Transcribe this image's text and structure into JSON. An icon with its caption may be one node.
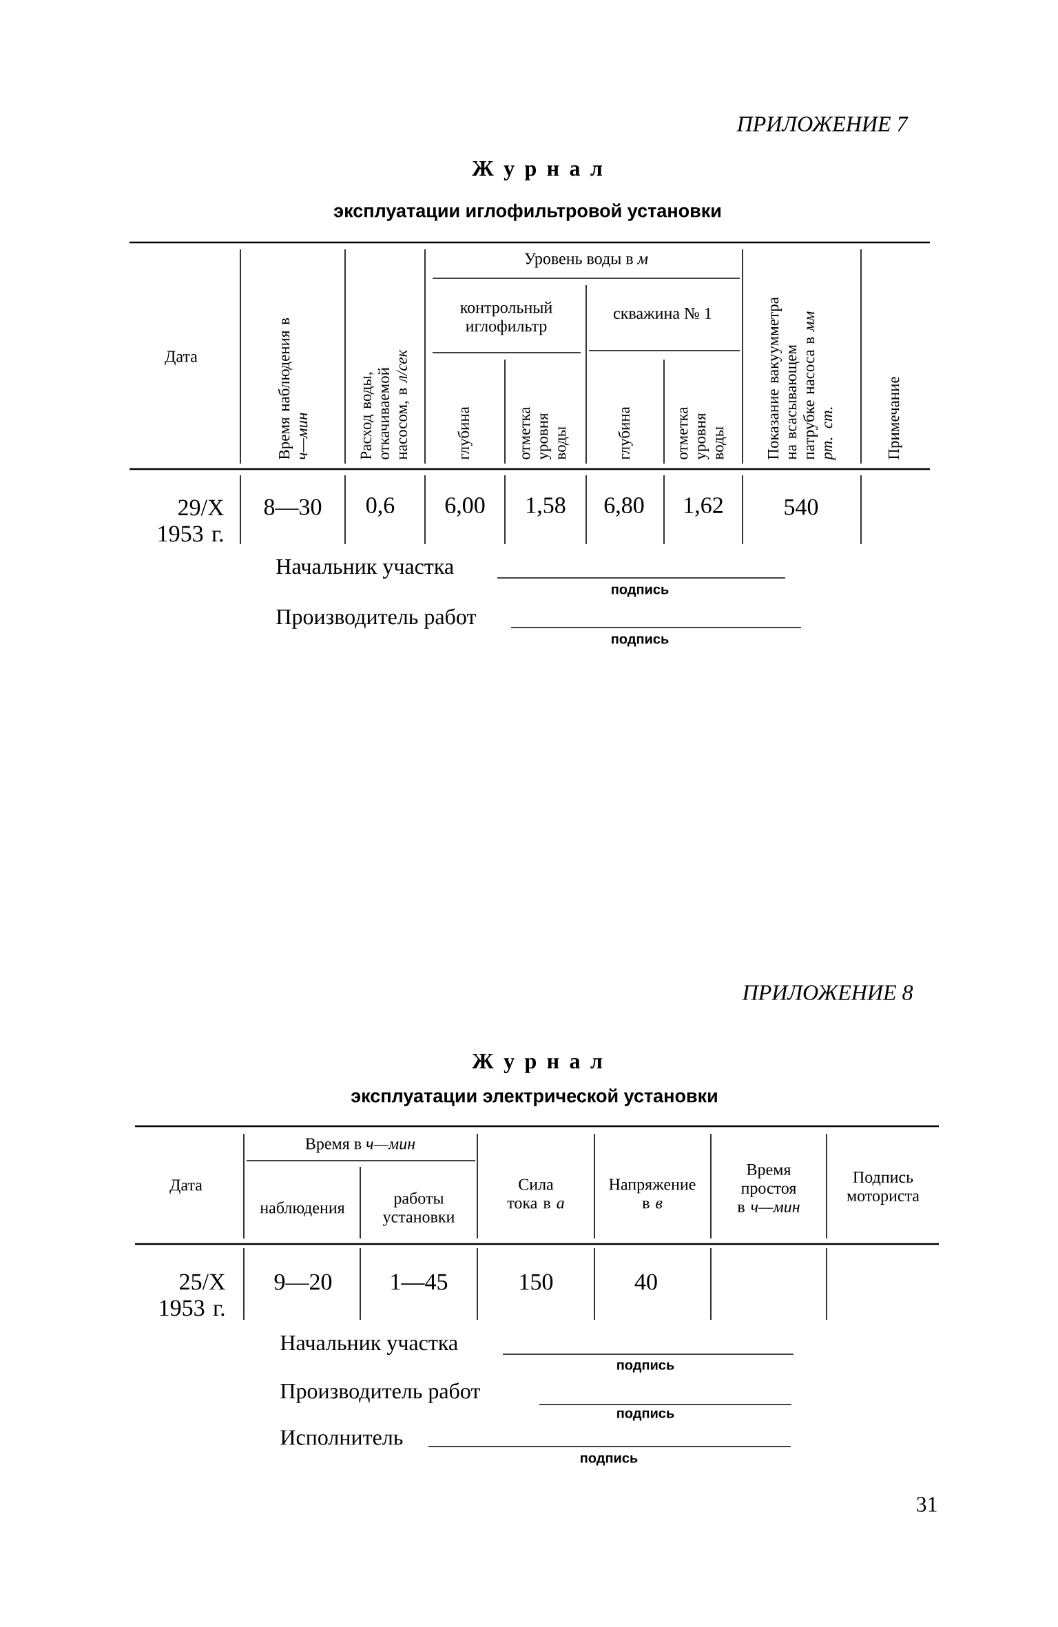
{
  "diagram": {
    "labels": [
      "ПРИЛОЖЕНИЕ 7",
      "Ж у р н а л",
      "эксплуатации иглофильтровой установки",
      "Дата",
      "Время наблюдения в *ч—мин*",
      "Расход воды, откачиваемой насосом, в *л/сек*",
      "Уровень воды в *м*",
      "контрольный иглофильтр",
      "скважина № 1",
      "глубина",
      "отметка уровня воды",
      "глубина",
      "отметка уровня воды",
      "Показание вакуумметра на всасывающем патрубке насоса в *мм рт. ст.*",
      "Примечание",
      "29/X 1953 г.",
      "8—30",
      "0,6",
      "6,00",
      "1,58",
      "6,80",
      "1,62",
      "540",
      "Начальник участка",
      "подпись",
      "Производитель работ",
      "подпись",
      "ПРИЛОЖЕНИЕ 8",
      "Ж у р н а л",
      "эксплуатации электрической установки",
      "Дата",
      "Время в *ч—мин*",
      "наблюдения",
      "работы установки",
      "Сила тока в *а*",
      "Напряжение в *в*",
      "Время простоя в *ч—мин*",
      "Подпись моториста",
      "25/X 1953 г.",
      "9—20",
      "1—45",
      "150",
      "40",
      "Начальник участка",
      "подпись",
      "Производитель работ",
      "подпись",
      "Исполнитель",
      "подпись",
      "31"
    ]
  }
}
